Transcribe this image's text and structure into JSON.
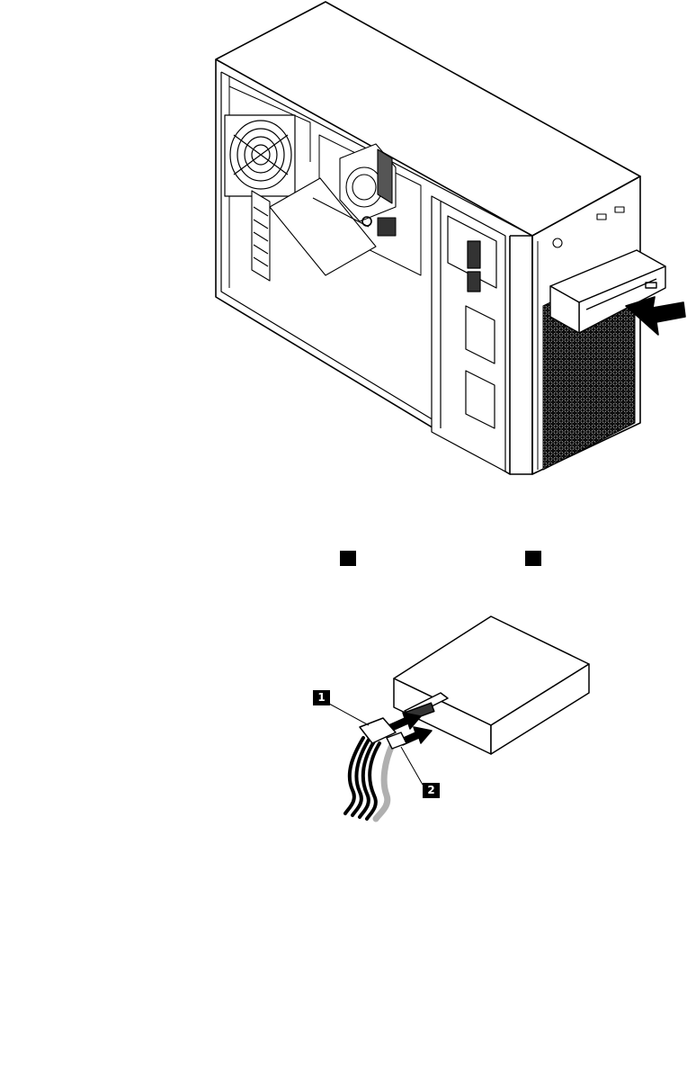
{
  "figure_top": {
    "description_icon": "computer-case-with-optical-drive-being-inserted"
  },
  "text_row": {
    "callout_1_label": "",
    "callout_2_label": ""
  },
  "figure_bottom": {
    "callout_1": "1",
    "callout_2": "2"
  },
  "colors": {
    "ink": "#000000",
    "paper": "#ffffff",
    "cable_gray": "#b0b0b0"
  }
}
